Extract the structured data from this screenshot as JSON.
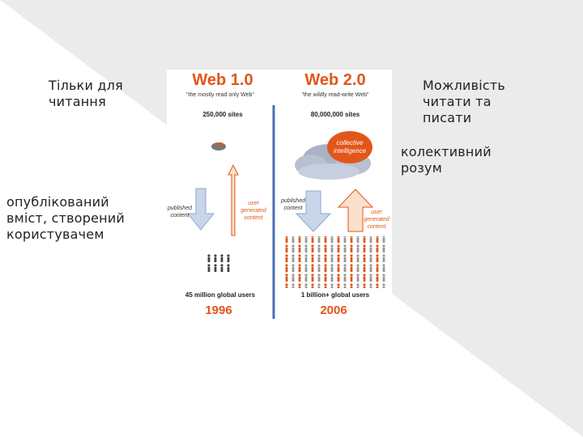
{
  "left_labels": {
    "read_only": "Тільки для читання",
    "published": "опублікований вміст, створений користувачем"
  },
  "right_labels": {
    "read_write": "Можливість читати та писати",
    "collective": "колективний розум"
  },
  "web1": {
    "title": "Web 1.0",
    "tagline": "\"the mostly read only Web\"",
    "sites": "250,000 sites",
    "published": "published content",
    "user_generated": "user generated content",
    "users": "45 million global users",
    "year": "1996"
  },
  "web2": {
    "title": "Web 2.0",
    "tagline": "\"the wildly read-write Web\"",
    "sites": "80,000,000 sites",
    "collective": "collective intelligence",
    "published": "published content",
    "user_generated": "user generated content",
    "users": "1 billion+ global users",
    "year": "2006"
  },
  "colors": {
    "accent": "#e2561a",
    "divider": "#4a6fb0",
    "arrow_blue": "#c8d6ea",
    "arrow_orange_fill": "#fbe1cc"
  }
}
